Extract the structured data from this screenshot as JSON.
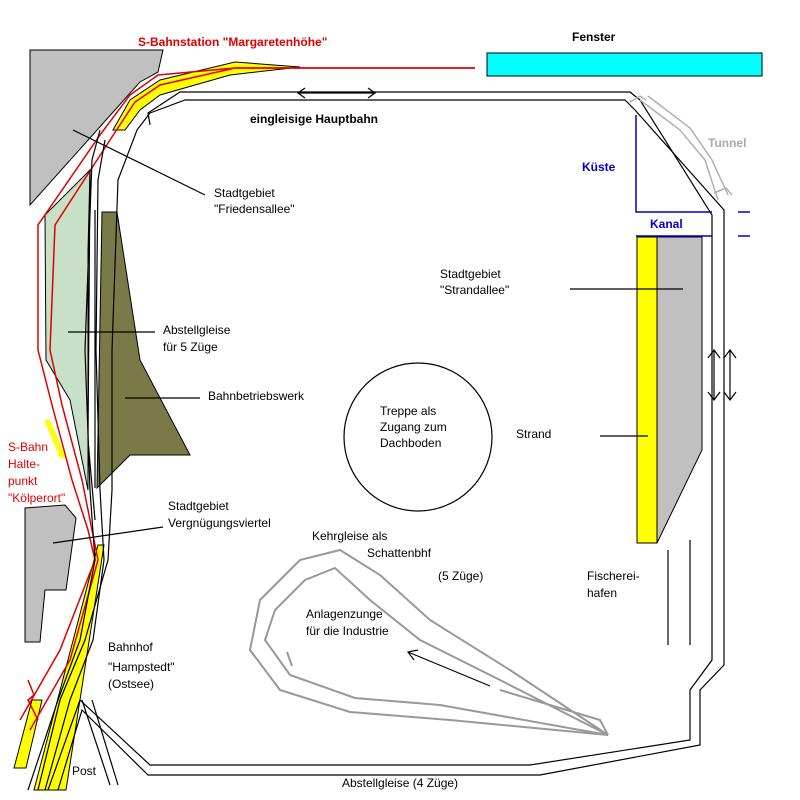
{
  "labels": {
    "sbahn_station": "S-Bahnstation \"Margaretenhöhe\"",
    "fenster": "Fenster",
    "hauptbahn": "eingleisige Hauptbahn",
    "tunnel": "Tunnel",
    "kueste": "Küste",
    "kanal": "Kanal",
    "friedensallee": [
      "Stadtgebiet",
      "\"Friedensallee\""
    ],
    "strandallee": [
      "Stadtgebiet",
      "\"Strandallee\""
    ],
    "abstellgleise5": [
      "Abstellgleise",
      "für 5 Züge"
    ],
    "bahnbetriebswerk": "Bahnbetriebswerk",
    "treppe": [
      "Treppe als",
      "Zugang zum",
      "Dachboden"
    ],
    "strand": "Strand",
    "haltepunkt": [
      "S-Bahn",
      "Halte-",
      "punkt",
      "\"Kölperort\""
    ],
    "vergnuegungsviertel": [
      "Stadtgebiet",
      "Vergnügungsviertel"
    ],
    "kehrgleise": [
      "Kehrgleise als",
      "Schattenbhf"
    ],
    "fuenf_zuege": "(5 Züge)",
    "fischereihafen": [
      "Fischerei-",
      "hafen"
    ],
    "anlagenzunge": [
      "Anlagenzunge",
      "für die Industrie"
    ],
    "bahnhof": [
      "Bahnhof",
      "\"Hampstedt\"",
      "(Ostsee)"
    ],
    "post": "Post",
    "abstellgleise4": "Abstellgleise (4 Züge)"
  },
  "colors": {
    "sbahn_red": "#e00000",
    "label_blue": "#0000cc",
    "fenster_cyan": "#00ffff",
    "platform_yellow": "#ffff00",
    "city_gray": "#c0c0c0",
    "siding_green": "#c8e0c8",
    "depot_olive": "#7a7a48",
    "tunnel_gray": "#b0b0b0",
    "track_black": "#000000"
  }
}
